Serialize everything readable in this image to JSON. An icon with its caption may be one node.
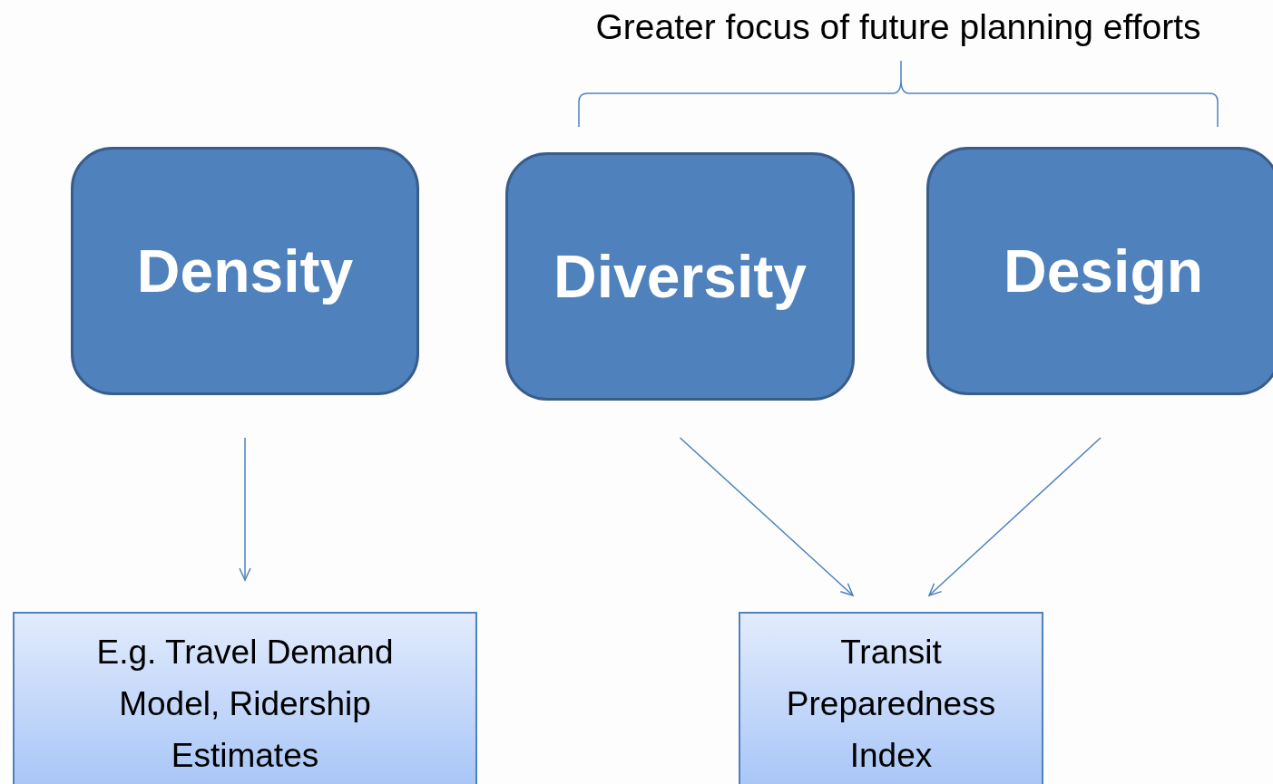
{
  "diagram": {
    "nodes": [
      {
        "text": [
          "Density"
        ]
      },
      {
        "text": [
          "Diversity"
        ]
      },
      {
        "text": [
          "Design"
        ]
      },
      {
        "text": [
          "E.g. Travel Demand Model, Ridership Estimates"
        ]
      },
      {
        "text": [
          "Transit Preparedness Index"
        ]
      }
    ],
    "edges": [
      {
        "from": 0,
        "to": 3,
        "arrow": "to"
      },
      {
        "from": 1,
        "to": 4,
        "arrow": "to"
      },
      {
        "from": 2,
        "to": 4,
        "arrow": "to"
      }
    ],
    "labels": [
      "Greater focus of future planning efforts"
    ]
  }
}
